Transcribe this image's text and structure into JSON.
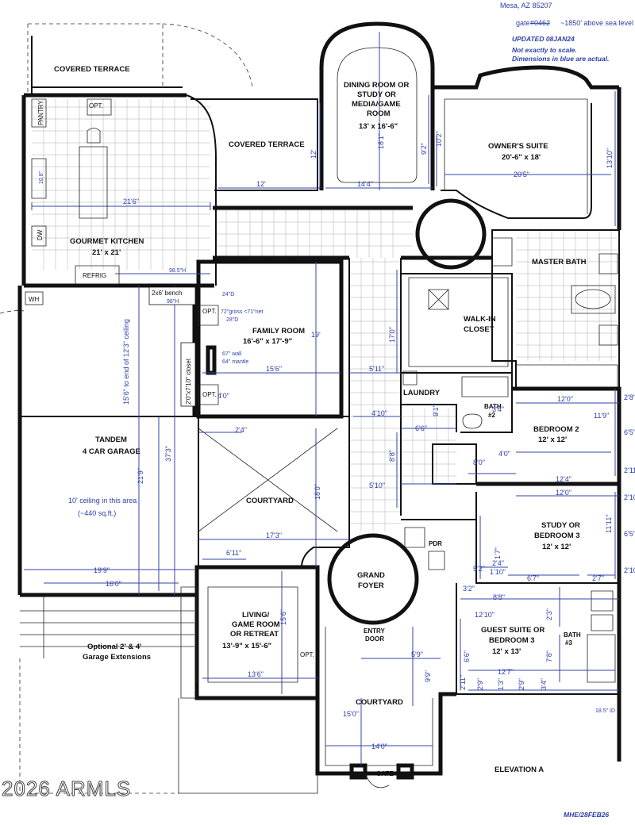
{
  "header": {
    "location": "Mesa, AZ  85207",
    "gate_label": "gate",
    "gate_code": "#0462",
    "elevation": "~1850' above sea level",
    "updated": "UPDATED  08JAN24",
    "note_1": "Not exactly to scale.",
    "note_2": "Dimensions in blue are actual."
  },
  "rooms": {
    "covered_terrace_1": "COVERED TERRACE",
    "covered_terrace_2": "COVERED TERRACE",
    "dining_1": "DINING ROOM OR",
    "dining_2": "STUDY OR",
    "dining_3": "MEDIA/GAME",
    "dining_4": "ROOM",
    "dining_size": "13' x 16'-6\"",
    "owners": "OWNER'S SUITE",
    "owners_size": "20'-6\" x 18'",
    "kitchen": "GOURMET KITCHEN",
    "kitchen_size": "21' x 21'",
    "family": "FAMILY ROOM",
    "family_size": "16'-6\" x 17'-9\"",
    "master_bath": "MASTER BATH",
    "walkin_1": "WALK-IN",
    "walkin_2": "CLOSET",
    "laundry": "LAUNDRY",
    "bath2_1": "BATH",
    "bath2_2": "#2",
    "bedroom2": "BEDROOM  2",
    "bedroom2_size": "12' x 12'",
    "garage_1": "TANDEM",
    "garage_2": "4 CAR GARAGE",
    "courtyard_1": "COURTYARD",
    "study_1": "STUDY OR",
    "study_2": "BEDROOM  3",
    "study_size": "12' x 12'",
    "pdr": "PDR",
    "foyer_1": "GRAND",
    "foyer_2": "FOYER",
    "living_1": "LIVING/",
    "living_2": "GAME ROOM",
    "living_3": "OR RETREAT",
    "living_size": "13'-9\" x  15'-6\"",
    "entry_1": "ENTRY",
    "entry_2": "DOOR",
    "guest_1": "GUEST SUITE OR",
    "guest_2": "BEDROOM  3",
    "guest_size": "12' x 13'",
    "bath3_1": "BATH",
    "bath3_2": "#3",
    "courtyard_2": "COURTYARD",
    "gate": "GATE",
    "garage_ext_1": "Optional 2' & 4'",
    "garage_ext_2": "Garage Extensions",
    "elevation": "ELEVATION A",
    "opt": "OPT.",
    "pantry": "PANTRY",
    "refrig": "REFRIG",
    "dw": "DW",
    "wh": "WH"
  },
  "dims": {
    "k_215": "21'6\"",
    "k_108": "10.8\"",
    "k_985": "98.5\"H",
    "t_12": "12'",
    "t_12v": "12'",
    "d_144": "14'4\"",
    "d_181": "18'1\"",
    "o_92": "9'2\"",
    "o_102": "10'2\"",
    "o_205": "20'5\"",
    "o_1310": "13'10\"",
    "bench": "2x6' bench",
    "bench_h": "98\"H",
    "gross": "72\"gross <71\"net",
    "d24": "24\"D",
    "d28": "28\"D",
    "wall67": "67\" wall",
    "mantle": "64\" mantle",
    "closet": "2'0\"x7'10\" closet",
    "f_19": "19'",
    "f_156": "15'6\"",
    "f_40": "4'0\"",
    "f_511": "5'11\"",
    "wc_170": "17'0\"",
    "garage_v": "15'6\" to end of 12'3\" ceiling",
    "g_373": "37'3\"",
    "g_219": "21'9\"",
    "g_ceiling": "10' ceiling in this area",
    "g_sqft": "(~440 sq.ft.)",
    "g_199": "19'9\"",
    "g_160": "16'0\"",
    "c_24": "2'4\"",
    "c_180": "18'0\"",
    "c_173": "17'3\"",
    "c_611": "6'11\"",
    "h_410": "4'10\"",
    "h_66": "6'6\"",
    "h_91": "9'1\"",
    "h_88": "8'8\"",
    "h_510": "5'10\"",
    "b_34": "3'4\"",
    "b_120": "12'0\"",
    "b_119": "11'9\"",
    "b_28": "2'8\"",
    "b_65": "6'5\"",
    "b_40": "4'0\"",
    "b_80": "8'0\"",
    "b_124": "12'4\"",
    "b_211": "2'11\"",
    "s_120": "12'0\"",
    "s_210": "2'10\"",
    "s_1111": "11'11\"",
    "s_65": "6'5\"",
    "s_2100": "2'10\"",
    "s_17": "1'7\"",
    "s_24": "2'4\"",
    "s_52": "5'2\"",
    "s_110": "1'10\"",
    "s_67": "6'7\"",
    "s_27": "2'7\"",
    "s_32": "3'2\"",
    "s_88": "8'8\"",
    "gu_1210": "12'10\"",
    "gu_23": "2'3\"",
    "gu_78": "7'8\"",
    "gu_66": "6'6\"",
    "gu_127": "12'7\"",
    "gu_211": "2'11\"",
    "gu_29a": "2'9\"",
    "gu_13": "1'3\"",
    "gu_29b": "2'9\"",
    "gu_34": "3'4\"",
    "gu_185": "18.5\" ID",
    "l_156": "15'6\"",
    "l_136": "13'6\"",
    "e_59": "5'9\"",
    "e_99": "9'9\"",
    "e_150": "15'0\"",
    "e_140": "14'0\""
  },
  "footer": {
    "watermark": "2026 ARMLS",
    "stamp": "MHE/28FEB26"
  }
}
